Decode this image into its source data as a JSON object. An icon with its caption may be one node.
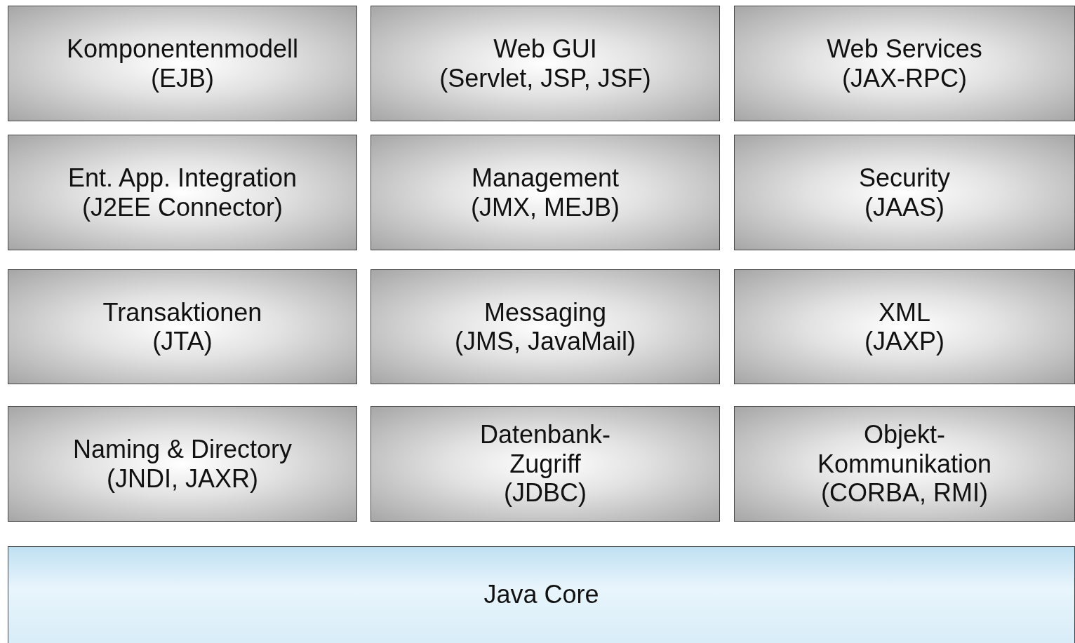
{
  "diagram": {
    "nodes": [
      {
        "text": [
          "Komponentenmodell",
          "(EJB)"
        ]
      },
      {
        "text": [
          "Web GUI",
          "(Servlet, JSP, JSF)"
        ]
      },
      {
        "text": [
          "Web Services",
          "(JAX-RPC)"
        ]
      },
      {
        "text": [
          "Ent. App. Integration",
          "(J2EE Connector)"
        ]
      },
      {
        "text": [
          "Management",
          "(JMX, MEJB)"
        ]
      },
      {
        "text": [
          "Security",
          "(JAAS)"
        ]
      },
      {
        "text": [
          "Transaktionen",
          "(JTA)"
        ]
      },
      {
        "text": [
          "Messaging",
          "(JMS, JavaMail)"
        ]
      },
      {
        "text": [
          "XML",
          "(JAXP)"
        ]
      },
      {
        "text": [
          "Naming & Directory",
          "(JNDI, JAXR)"
        ]
      },
      {
        "text": [
          "Datenbank- Zugriff",
          "(JDBC)"
        ]
      },
      {
        "text": [
          "Objekt- Kommunikation",
          "(CORBA, RMI)"
        ]
      },
      {
        "text": [
          "Java Core"
        ]
      }
    ]
  }
}
